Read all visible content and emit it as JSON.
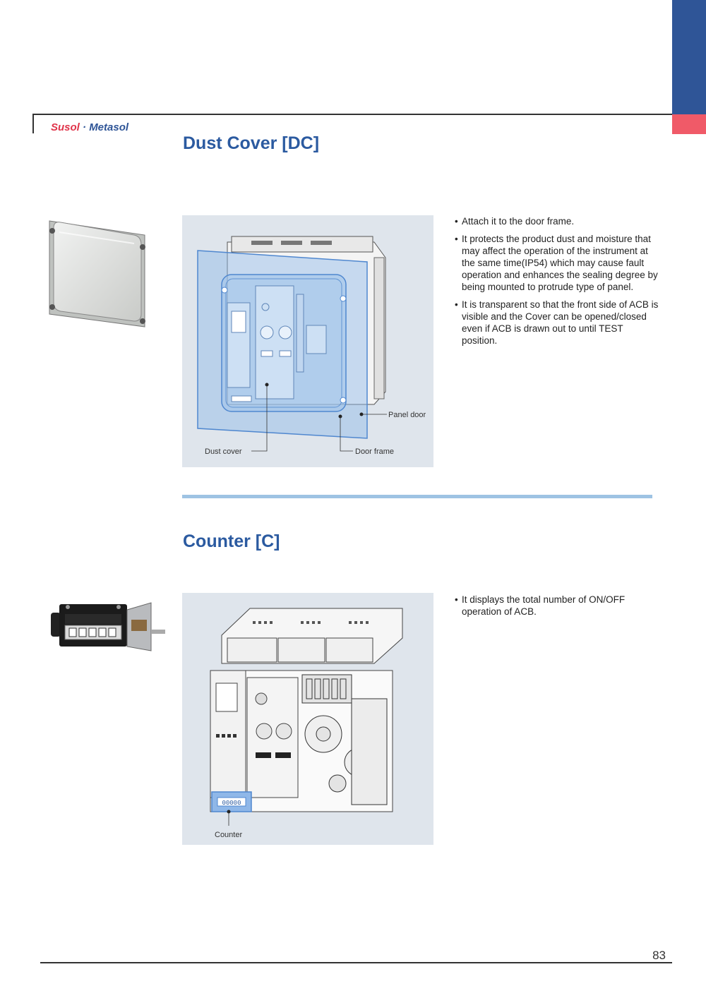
{
  "header": {
    "brand_part1": "Susol",
    "brand_sep": " · ",
    "brand_part2": "Metasol"
  },
  "colors": {
    "accent_blue": "#2f5597",
    "accent_red": "#f05a68",
    "title_blue": "#2b5aa0",
    "panel_bg": "#dfe5ec",
    "divider": "#9ec3e3"
  },
  "dust_cover": {
    "title": "Dust Cover [DC]",
    "bullets": [
      "Attach it to the door frame.",
      "It protects the product dust and moisture that may affect the operation of the instrument at the same time(IP54) which may cause fault operation and enhances the sealing degree by being mounted to protrude type of panel.",
      "It is transparent so that the front side of ACB is visible and the Cover can be opened/closed even if ACB is drawn out to until TEST position."
    ],
    "labels": {
      "panel_door": "Panel door",
      "dust_cover": "Dust cover",
      "door_frame": "Door frame"
    }
  },
  "counter": {
    "title": "Counter [C]",
    "bullets": [
      "It displays the total number of ON/OFF operation of ACB."
    ],
    "labels": {
      "counter": "Counter"
    },
    "readout": "00000"
  },
  "footer": {
    "page_number": "83"
  }
}
